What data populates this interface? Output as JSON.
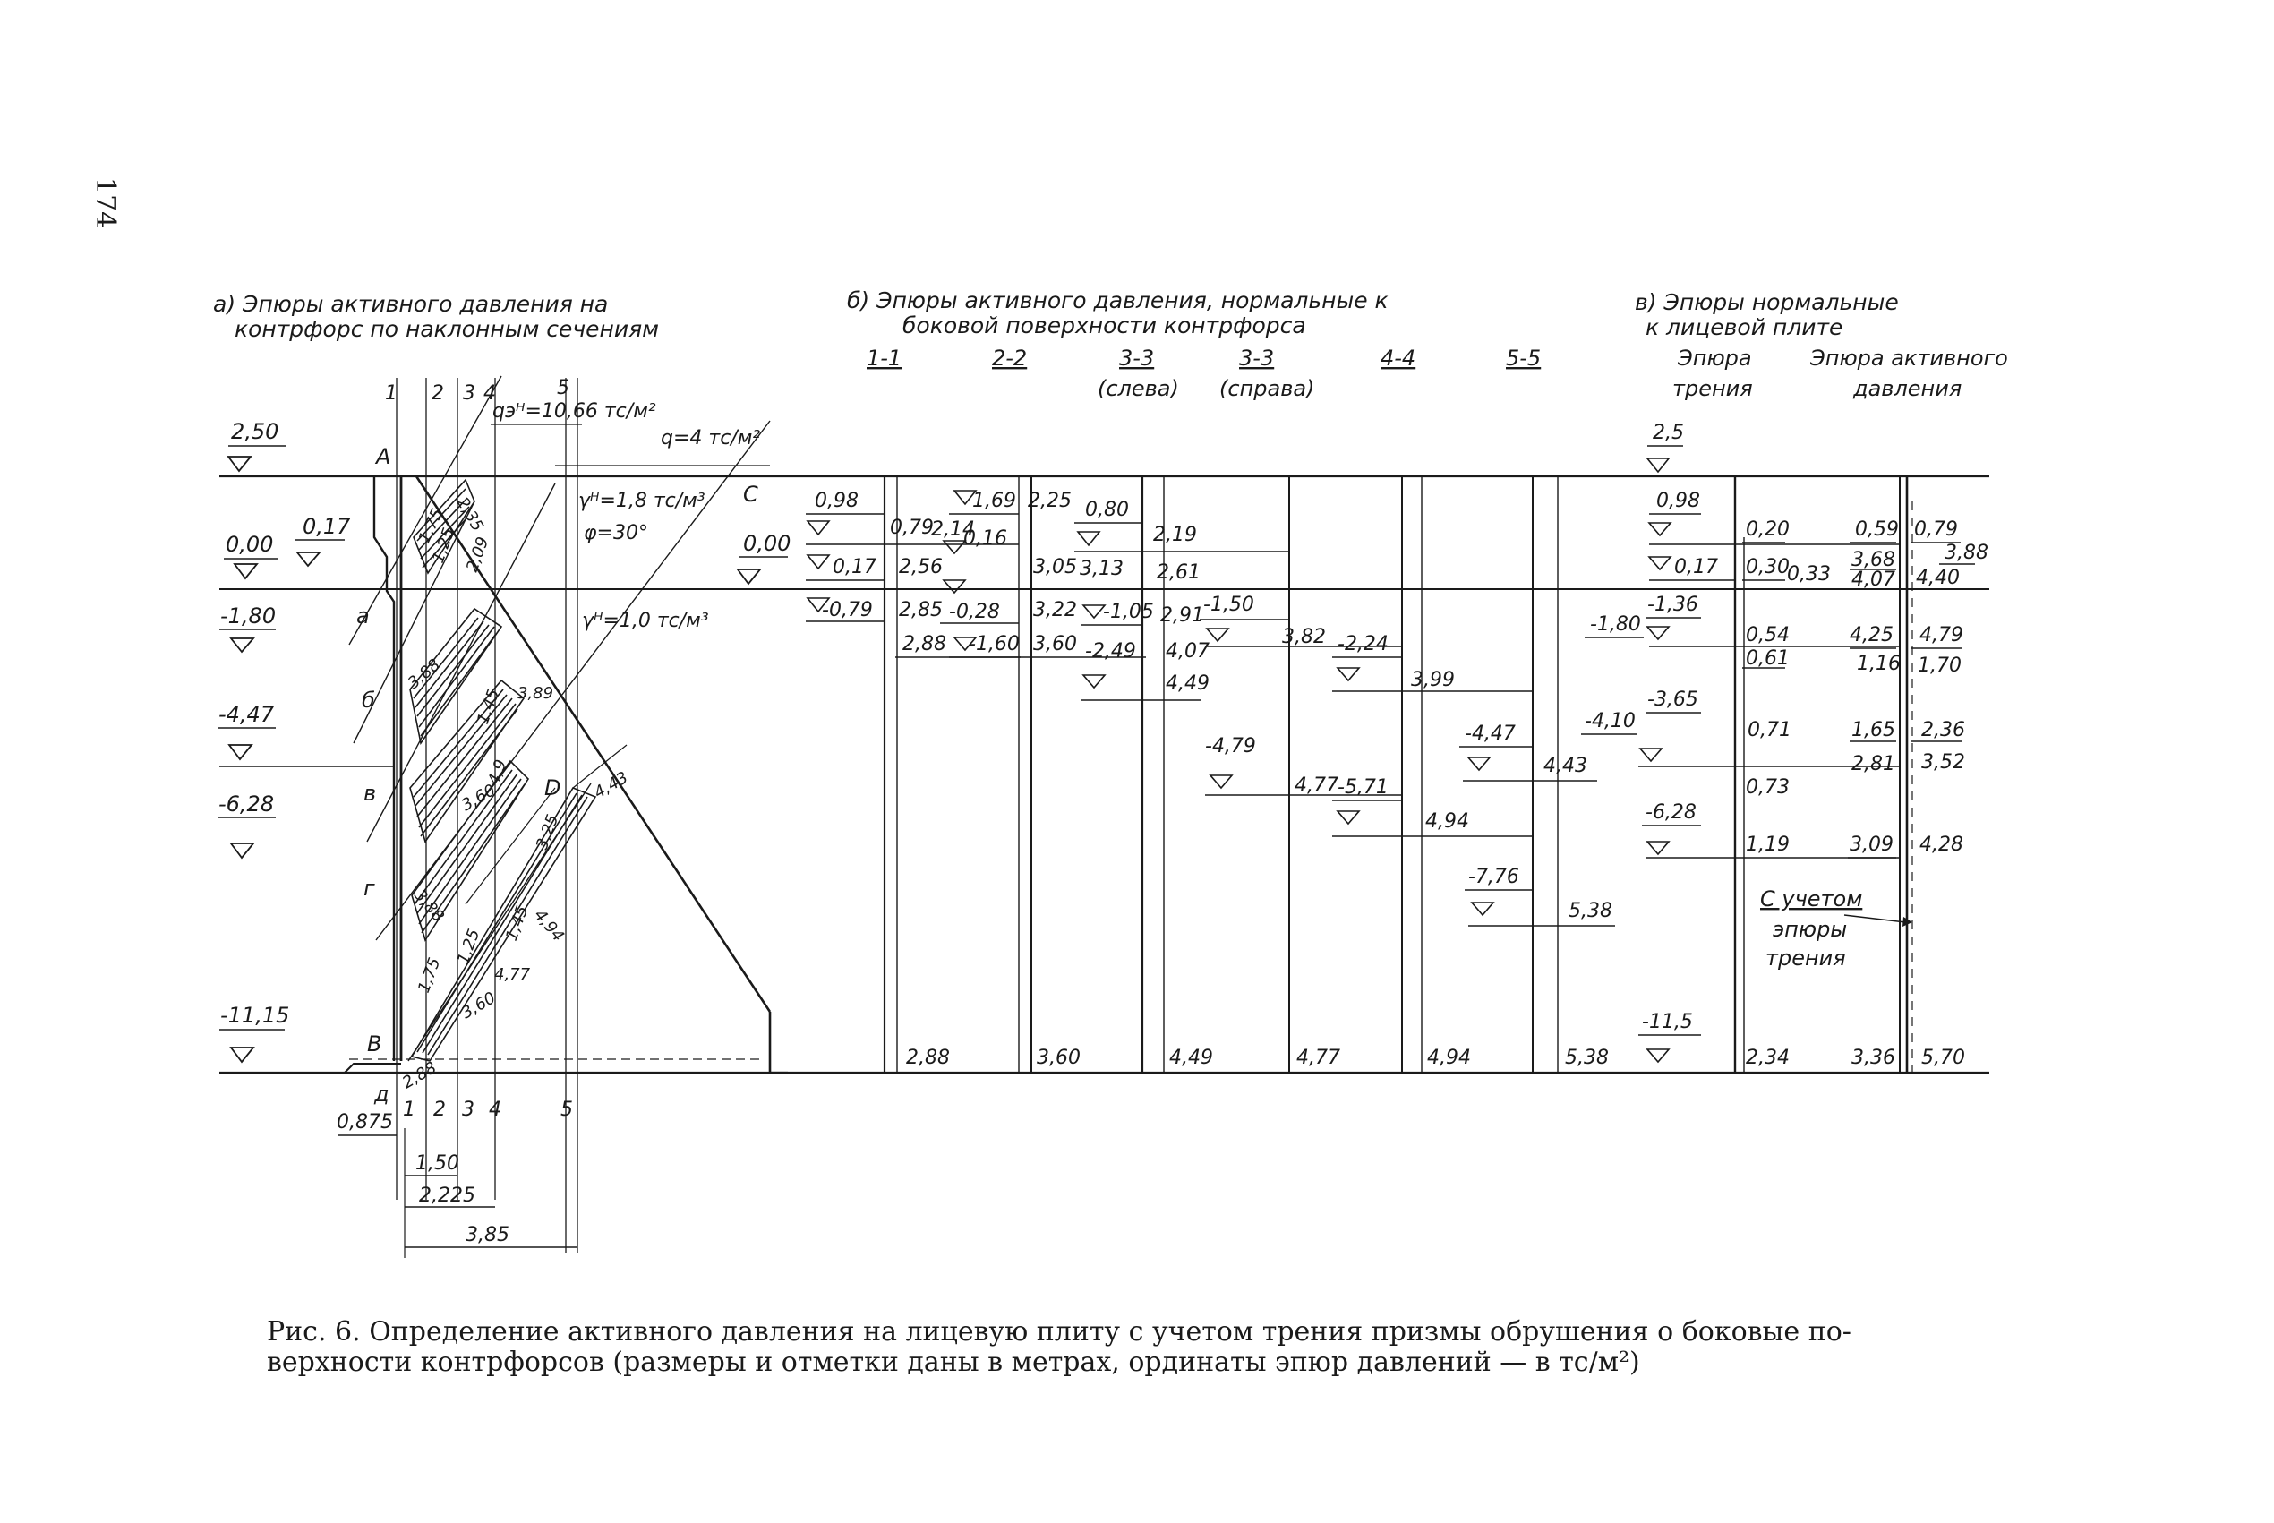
{
  "page_number": "174",
  "caption": {
    "line1": "Рис. 6. Определение активного давления на лицевую плиту с учетом трения призмы обрушения о боковые по-",
    "line2": "верхности контрфорсов (размеры и отметки даны в метрах, ординаты эпюр давлений — в тс/м²)"
  },
  "panel_a": {
    "title1": "а) Эпюры активного давления на",
    "title2": "контрфорс по наклонным сечениям",
    "elevations": [
      "2,50",
      "0,00",
      "0,17",
      "-1,80",
      "-4,47",
      "-6,28",
      "-11,15"
    ],
    "points": {
      "A": "A",
      "B": "B",
      "C": "C",
      "D": "D"
    },
    "section_letters": [
      "а",
      "б",
      "в",
      "г",
      "д"
    ],
    "section_numbers": [
      "1",
      "2",
      "3",
      "4",
      "5"
    ],
    "load_qe": "qэᴴ=10,66 тс/м²",
    "load_q": "q=4 тс/м²",
    "gamma1": "γᴴ=1,8 тс/м³",
    "phi": "φ=30°",
    "gamma2": "γᴴ=1,0 тс/м³",
    "zero_right": "0,00",
    "dims": [
      "0,875",
      "1,50",
      "2,225",
      "3,85"
    ],
    "ordinates": [
      "1,75",
      "2,35",
      "2,09",
      "1,25",
      "3,88",
      "3,89",
      "4,9",
      "4,43",
      "3,60",
      "3,25",
      "4,94",
      "4,77",
      "3,60",
      "2,88",
      "1,45",
      "3,88",
      "1,75",
      "1,25",
      "1,45"
    ]
  },
  "panel_b": {
    "title1": "б) Эпюры активного давления, нормальные к",
    "title2": "боковой поверхности контрфорса",
    "sections": [
      "1-1",
      "2-2",
      "3-3",
      "3-3",
      "4-4",
      "5-5"
    ],
    "section_notes": [
      "(слева)",
      "(справа)"
    ],
    "values": {
      "s1": [
        "0,98",
        "0,17",
        "-0,79",
        "0,79",
        "2,56",
        "2,85",
        "2,88"
      ],
      "s2": [
        "1,69",
        "2,14",
        "0,16",
        "-0,28",
        "-1,60",
        "2,25",
        "3,05",
        "3,22",
        "3,60"
      ],
      "s3l": [
        "0,80",
        "3,13",
        "-1,05",
        "-2,49",
        "2,19",
        "2,61",
        "2,91",
        "4,07",
        "4,49"
      ],
      "s3r": [
        "-1,50",
        "3,82",
        "-4,79",
        "4,77"
      ],
      "s4": [
        "-2,24",
        "3,99",
        "-5,71",
        "4,94"
      ],
      "s5": [
        "-4,47",
        "4,43",
        "-7,76",
        "5,38"
      ]
    },
    "bottom": [
      "2,88",
      "3,60",
      "4,49",
      "4,77",
      "4,94",
      "5,38"
    ]
  },
  "panel_c": {
    "title1": "в) Эпюры нормальные",
    "title2": "к лицевой плите",
    "friction_title1": "Эпюра",
    "friction_title2": "трения",
    "active_title1": "Эпюра активного",
    "active_title2": "давления",
    "elevations": [
      "2,5",
      "0,98",
      "0,17",
      "-1,36",
      "-1,80",
      "-3,65",
      "-4,10",
      "-6,28",
      "-11,5"
    ],
    "friction": [
      "0,20",
      "0,30",
      "0,33",
      "0,54",
      "0,61",
      "0,71",
      "0,73",
      "1,19",
      "2,34"
    ],
    "with_friction": [
      "0,59",
      "3,68",
      "4,07",
      "4,25",
      "1,16",
      "1,65",
      "2,81",
      "3,09",
      "3,36"
    ],
    "active": [
      "0,79",
      "3,88",
      "4,40",
      "4,79",
      "1,70",
      "2,36",
      "3,52",
      "4,28",
      "5,70"
    ],
    "note1": "С учетом",
    "note2": "эпюры",
    "note3": "трения"
  }
}
